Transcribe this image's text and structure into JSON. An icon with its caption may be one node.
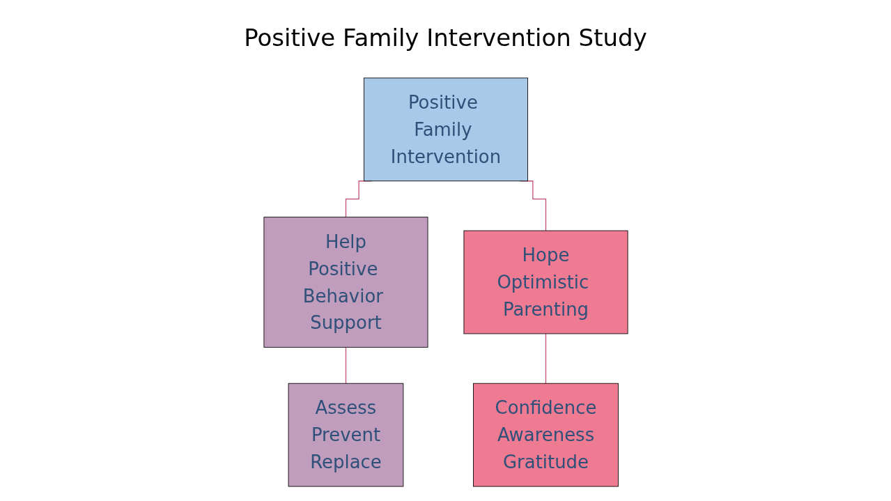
{
  "diagram": {
    "title": "Positive Family Intervention Study",
    "nodes": [
      {
        "text": [
          "Positive Family Intervention"
        ]
      },
      {
        "text": [
          "Help",
          "Positive Behavior Support"
        ]
      },
      {
        "text": [
          "Hope",
          "Optimistic Parenting"
        ]
      },
      {
        "text": [
          "Assess",
          "Prevent",
          "Replace"
        ]
      },
      {
        "text": [
          "Confidence",
          "Awareness",
          "Gratitude"
        ]
      }
    ],
    "edges": [
      {
        "from": 0,
        "to": 1,
        "arrow": "none"
      },
      {
        "from": 0,
        "to": 2,
        "arrow": "none"
      },
      {
        "from": 1,
        "to": 3,
        "arrow": "none"
      },
      {
        "from": 2,
        "to": 4,
        "arrow": "none"
      }
    ]
  }
}
